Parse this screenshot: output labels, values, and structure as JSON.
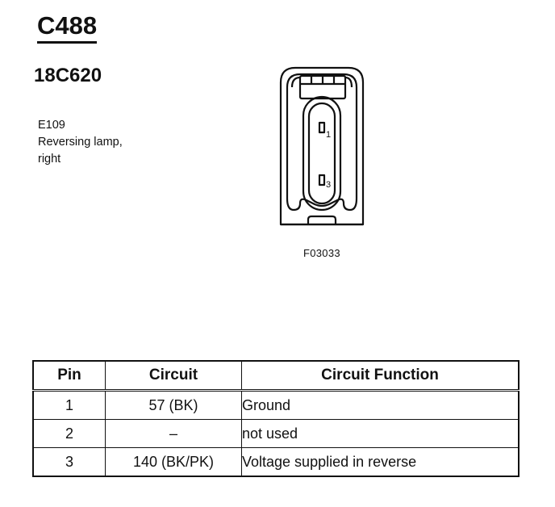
{
  "header": {
    "connector_id": "C488",
    "part_number": "18C620"
  },
  "component": {
    "code": "E109",
    "name_line1": "Reversing lamp,",
    "name_line2": "right"
  },
  "figure": {
    "code": "F03033",
    "pin_labels": [
      "1",
      "3"
    ]
  },
  "table": {
    "headers": {
      "pin": "Pin",
      "circuit": "Circuit",
      "function": "Circuit Function"
    },
    "rows": [
      {
        "pin": "1",
        "circuit": "57 (BK)",
        "function": "Ground"
      },
      {
        "pin": "2",
        "circuit": "–",
        "function": "not used"
      },
      {
        "pin": "3",
        "circuit": "140 (BK/PK)",
        "function": "Voltage supplied in reverse"
      }
    ]
  }
}
